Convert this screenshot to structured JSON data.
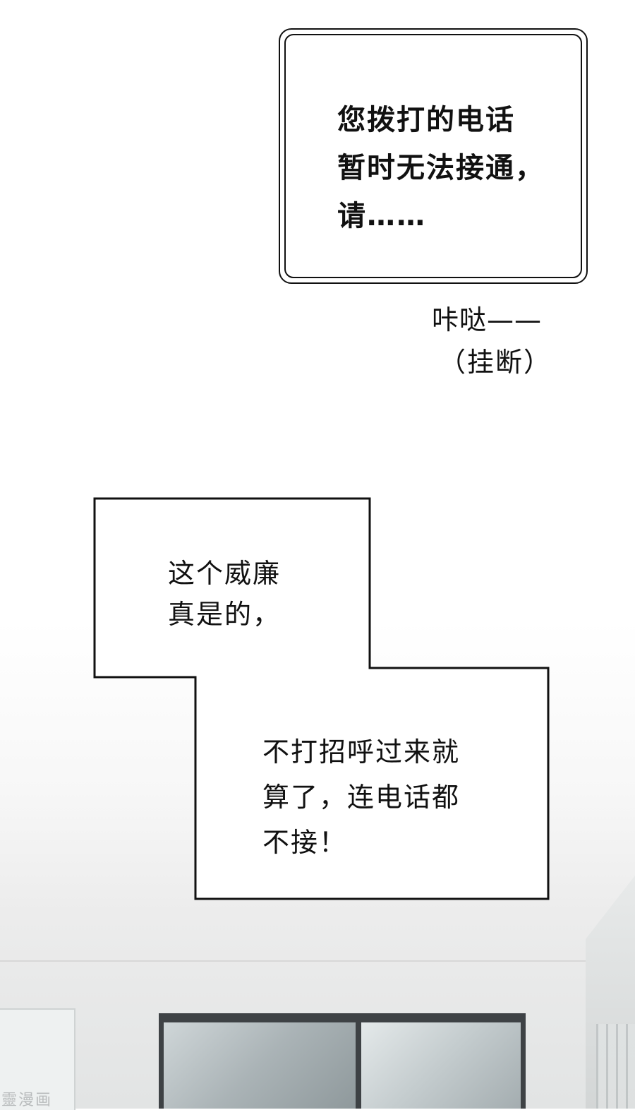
{
  "panel_phone": {
    "message": "您拨打的电话\n暂时无法接通，\n请……"
  },
  "sound_effect": {
    "text": "咔哒——",
    "note": "（挂断）"
  },
  "panel_thought": {
    "line_a": "这个威廉\n真是的，",
    "line_b": "不打招呼过来就\n算了，连电话都\n不接！"
  },
  "watermark": {
    "text": "靈漫画"
  }
}
